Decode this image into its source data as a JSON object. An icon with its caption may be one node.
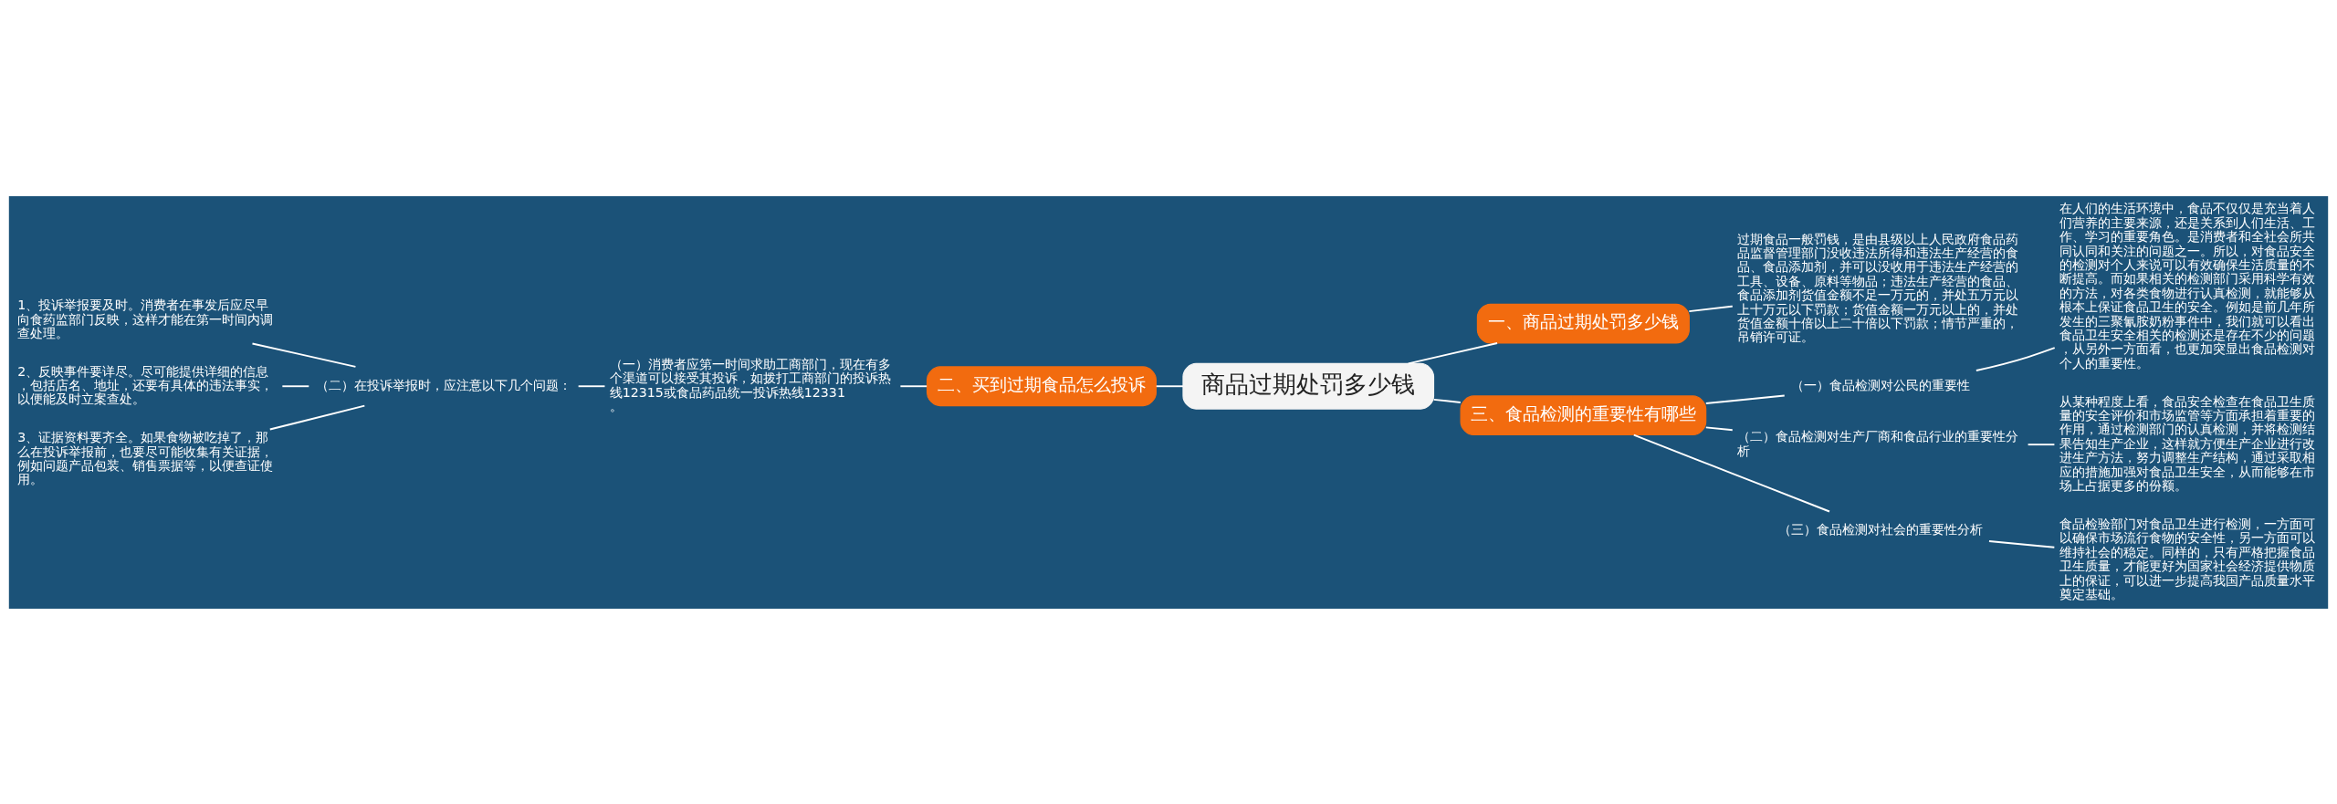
{
  "diagram": {
    "nodes": [
      {
        "text": [
          "商品过期处罚多少钱"
        ]
      },
      {
        "text": [
          "一、商品过期处罚多少钱"
        ]
      },
      {
        "text": [
          "过期食品一般罚钱，是由县级以上人民政府食品药品监督管理部门没收违法所得和违法生产经营的食品、食品添加剂，并可以没收用于违法生产经营的工具、设备、原料等物品；违法生产经营的食品、食品添加剂货值金额不足一万元的，并处五万元以上十万元以下罚款；货值金额一万元以上的，并处货值金额十倍以上二十倍以下罚款；情节严重的，吊销许可证。"
        ]
      },
      {
        "text": [
          "二、买到过期食品怎么投诉"
        ]
      },
      {
        "text": [
          "（一）消费者应第一时间求助工商部门，现在有多个渠道可以接受其投诉，如拨打工商部门的投诉热线12315或食品药品统一投诉热线12331。"
        ]
      },
      {
        "text": [
          "（二）在投诉举报时，应注意以下几个问题："
        ]
      },
      {
        "text": [
          "1、投诉举报要及时。消费者在事发后应尽早向食药监部门反映，这样才能在第一时间内调查处理。"
        ]
      },
      {
        "text": [
          "2、反映事件要详尽。尽可能提供详细的信息，包括店名、地址，还要有具体的违法事实，以便能及时立案查处。"
        ]
      },
      {
        "text": [
          "3、证据资料要齐全。如果食物被吃掉了，那么在投诉举报前，也要尽可能收集有关证据，例如问题产品包装、销售票据等，以便查证使用。"
        ]
      },
      {
        "text": [
          "三、食品检测的重要性有哪些"
        ]
      },
      {
        "text": [
          "（一）食品检测对公民的重要性"
        ]
      },
      {
        "text": [
          "在人们的生活环境中，食品不仅仅是充当着人们营养的主要来源，还是关系到人们生活、工作、学习的重要角色。是消费者和全社会所共同认同和关注的问题之一。所以，对食品安全的检测对个人来说可以有效确保生活质量的不断提高。而如果相关的检测部门采用科学有效的方法，对各类食物进行认真检测，就能够从根本上保证食品卫生的安全。例如是前几年所发生的三聚氰胺奶粉事件中，我们就可以看出食品卫生安全相关的检测还是存在不少的问题，从另外一方面看，也更加突显出食品检测对个人的重要性。"
        ]
      },
      {
        "text": [
          "（二）食品检测对生产厂商和食品行业的重要性分析"
        ]
      },
      {
        "text": [
          "从某种程度上看，食品安全检查在食品卫生质量的安全评价和市场监管等方面承担着重要的作用，通过检测部门的认真检测，并将检测结果告知生产企业，这样就方便生产企业进行改进生产方法，努力调整生产结构，通过采取相应的措施加强对食品卫生安全，从而能够在市场上占据更多的份额。"
        ]
      },
      {
        "text": [
          "（三）食品检测对社会的重要性分析"
        ]
      },
      {
        "text": [
          "食品检验部门对食品卫生进行检测，一方面可以确保市场流行食物的安全性，另一方面可以维持社会的稳定。同样的，只有严格把握食品卫生质量，才能更好为国家社会经济提供物质上的保证，可以进一步提高我国产品质量水平奠定基础。"
        ]
      }
    ],
    "edges": [
      {
        "from": 0,
        "to": 1,
        "arrow": "none"
      },
      {
        "from": 1,
        "to": 2,
        "arrow": "none"
      },
      {
        "from": 3,
        "to": 0,
        "arrow": "none"
      },
      {
        "from": 4,
        "to": 3,
        "arrow": "none"
      },
      {
        "from": 5,
        "to": 4,
        "arrow": "none"
      },
      {
        "from": 6,
        "to": 5,
        "arrow": "none"
      },
      {
        "from": 7,
        "to": 5,
        "arrow": "none"
      },
      {
        "from": 8,
        "to": 5,
        "arrow": "none"
      },
      {
        "from": 0,
        "to": 9,
        "arrow": "none"
      },
      {
        "from": 9,
        "to": 10,
        "arrow": "none"
      },
      {
        "from": 10,
        "to": 11,
        "arrow": "none"
      },
      {
        "from": 9,
        "to": 12,
        "arrow": "none"
      },
      {
        "from": 12,
        "to": 13,
        "arrow": "none"
      },
      {
        "from": 9,
        "to": 14,
        "arrow": "none"
      },
      {
        "from": 14,
        "to": 15,
        "arrow": "none"
      }
    ]
  }
}
